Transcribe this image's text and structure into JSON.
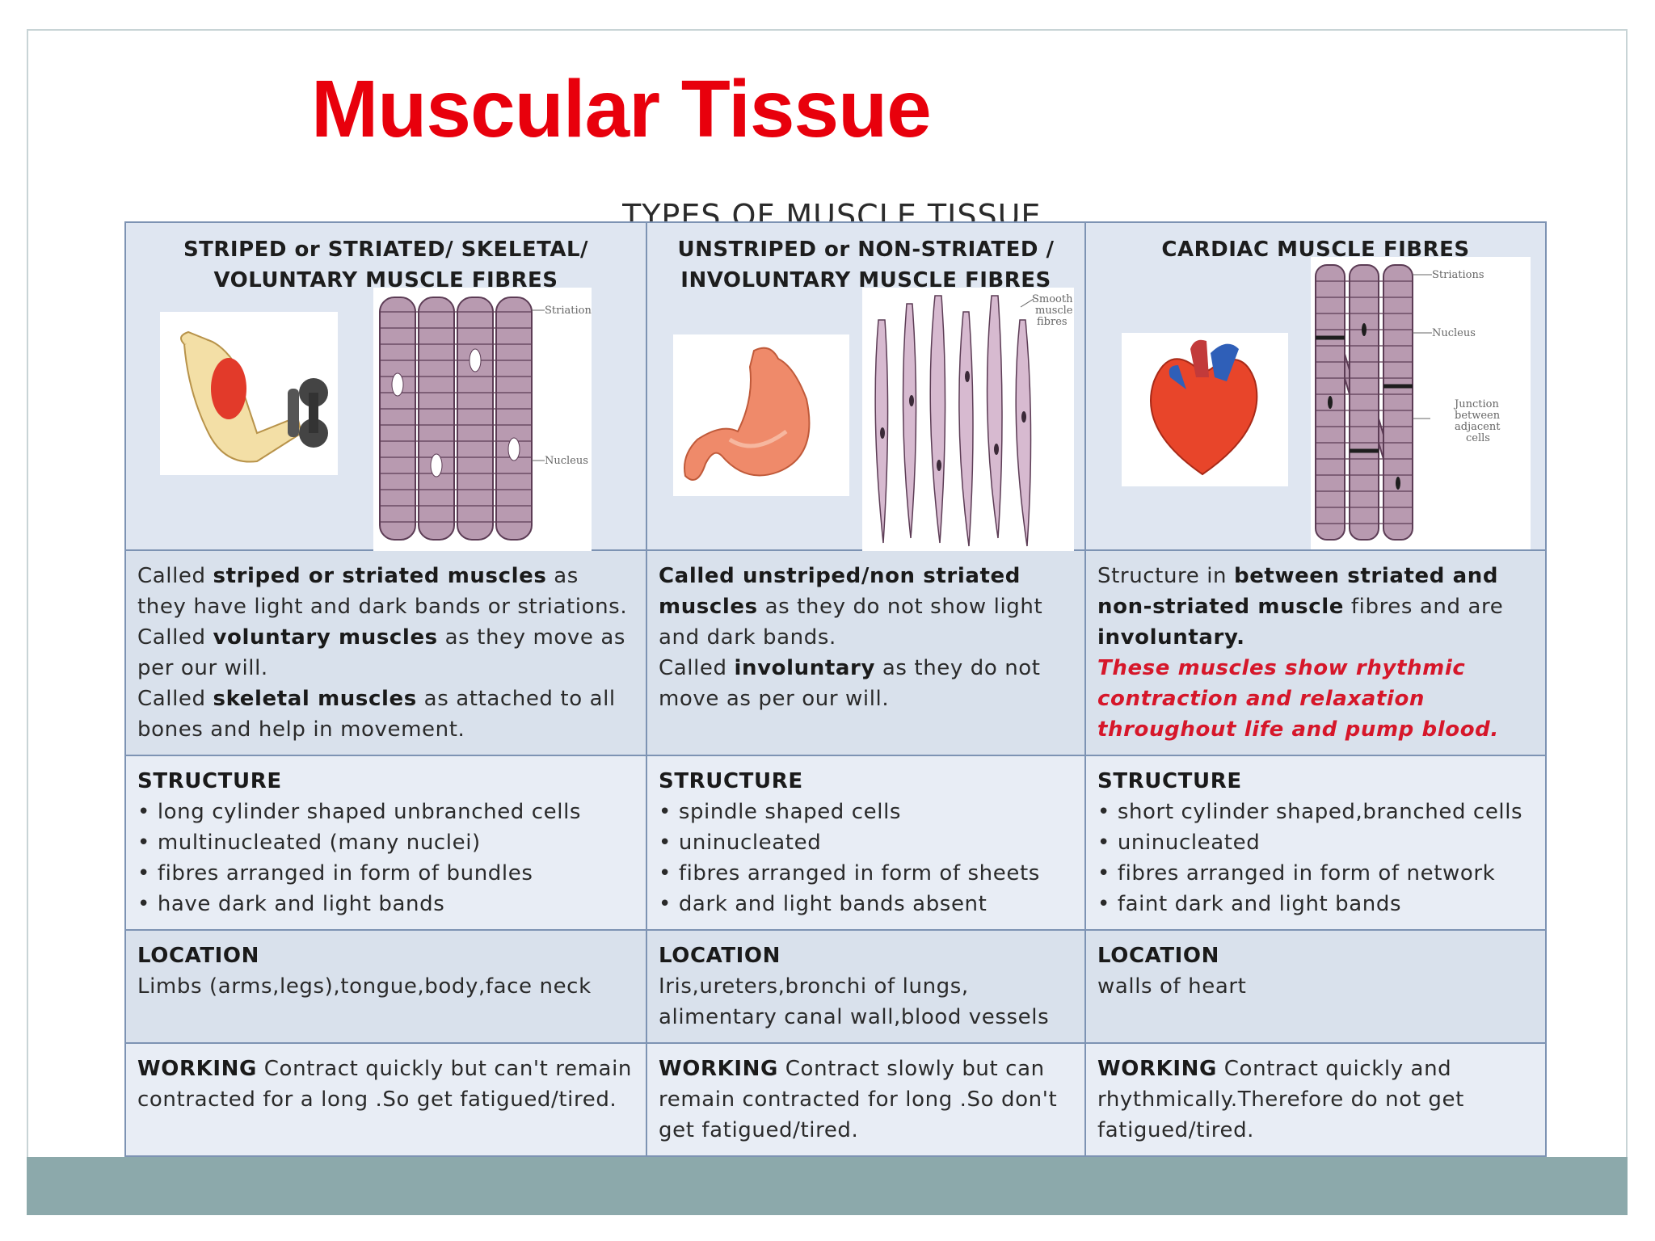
{
  "slide": {
    "title": "Muscular Tissue",
    "table_caption": "TYPES OF MUSCLE TISSUE"
  },
  "columns": [
    {
      "title_line1": "STRIPED or STRIATED/  SKELETAL/",
      "title_line2": "VOLUNTARY MUSCLE FIBRES",
      "figure_labels": [
        "Striations",
        "Nucleus"
      ],
      "description": {
        "p1_pre": "Called ",
        "p1_bold": "striped or striated muscles",
        "p1_post": " as they have light and dark bands or striations.",
        "p2_pre": "Called ",
        "p2_bold": "voluntary muscles",
        "p2_post": " as they  move as per our will.",
        "p3_pre": "Called ",
        "p3_bold": "skeletal  muscles",
        "p3_post": " as attached to all bones and help in movement."
      },
      "structure_label": "STRUCTURE",
      "structure_items": [
        "long cylinder shaped unbranched cells",
        "multinucleated (many nuclei)",
        "fibres arranged  in form of bundles",
        "have dark and light bands"
      ],
      "location_label": "LOCATION",
      "location_text": "Limbs (arms,legs),tongue,body,face neck",
      "working_label": "WORKING",
      "working_text": " Contract quickly but can't remain contracted for a long .So get fatigued/tired."
    },
    {
      "title_line1": "UNSTRIPED or NON-STRIATED /",
      "title_line2": "INVOLUNTARY MUSCLE FIBRES",
      "figure_labels": [
        "Smooth",
        "muscle",
        "fibres"
      ],
      "description": {
        "p1_bold": "Called unstriped/non striated muscles",
        "p1_post": " as they do not show light and dark bands.",
        "p2_pre": "Called ",
        "p2_bold": "involuntary",
        "p2_post": " as they do not move as per our will."
      },
      "structure_label": "STRUCTURE",
      "structure_items": [
        "spindle shaped cells",
        "uninucleated",
        "fibres arranged in form of sheets",
        "dark and light bands absent"
      ],
      "location_label": "LOCATION",
      "location_text": "Iris,ureters,bronchi of lungs, alimentary canal wall,blood vessels",
      "working_label": "WORKING",
      "working_text": " Contract slowly but can remain contracted for long .So don't get fatigued/tired."
    },
    {
      "title_line1": "CARDIAC MUSCLE FIBRES",
      "figure_labels": [
        "Striations",
        "Nucleus",
        "Junction",
        "between",
        "adjacent",
        "cells"
      ],
      "description": {
        "p1_pre": "Structure in ",
        "p1_bold": "between striated and non-striated muscle",
        "p1_post": " fibres and are ",
        "p1_bold2": "involuntary.",
        "p2_red": "These muscles show rhythmic contraction and relaxation throughout life and pump blood."
      },
      "structure_label": "STRUCTURE",
      "structure_items": [
        "short cylinder shaped,branched cells",
        "uninucleated",
        "fibres arranged in form of network",
        " faint dark and light bands"
      ],
      "location_label": "LOCATION",
      "location_text": "walls of heart",
      "working_label": "WORKING",
      "working_text": " Contract quickly and rhythmically.Therefore do not get fatigued/tired."
    }
  ],
  "colors": {
    "title": "#e8000c",
    "highlight": "#d6172a",
    "table_border": "#7d93b3",
    "footer_band": "#8ca9ab"
  }
}
